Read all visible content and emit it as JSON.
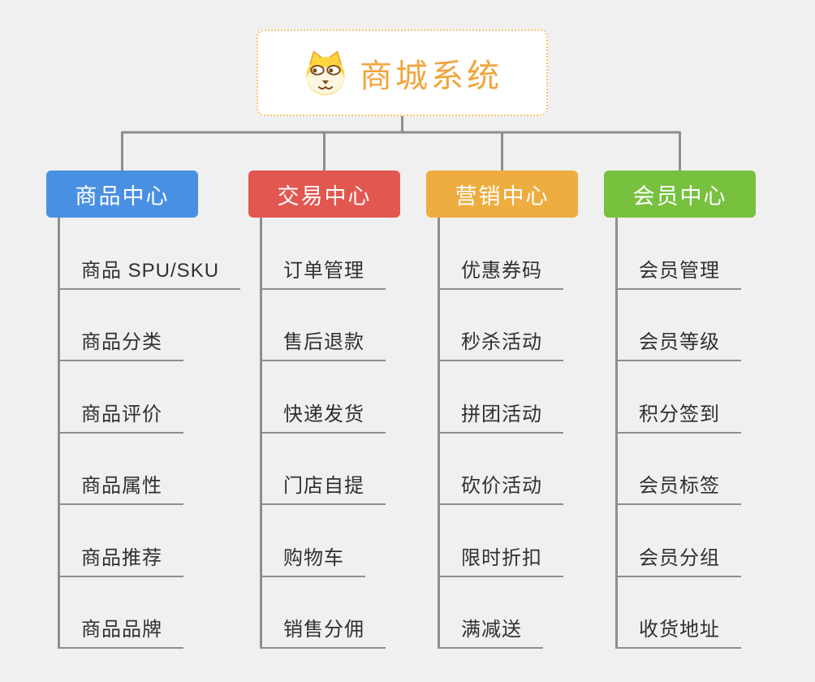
{
  "root": {
    "label": "商城系统",
    "icon": "dog-face-icon",
    "text_color": "#f2a43d",
    "border_color": "#f6c46b"
  },
  "connector_color": "#8e8e8e",
  "background_color": "#f0f0f0",
  "branches": [
    {
      "label": "商品中心",
      "color": "#4a90e2",
      "items": [
        "商品 SPU/SKU",
        "商品分类",
        "商品评价",
        "商品属性",
        "商品推荐",
        "商品品牌"
      ]
    },
    {
      "label": "交易中心",
      "color": "#e25750",
      "items": [
        "订单管理",
        "售后退款",
        "快递发货",
        "门店自提",
        "购物车",
        "销售分佣"
      ]
    },
    {
      "label": "营销中心",
      "color": "#edad40",
      "items": [
        "优惠券码",
        "秒杀活动",
        "拼团活动",
        "砍价活动",
        "限时折扣",
        "满减送"
      ]
    },
    {
      "label": "会员中心",
      "color": "#77c13f",
      "items": [
        "会员管理",
        "会员等级",
        "积分签到",
        "会员标签",
        "会员分组",
        "收货地址"
      ]
    }
  ]
}
